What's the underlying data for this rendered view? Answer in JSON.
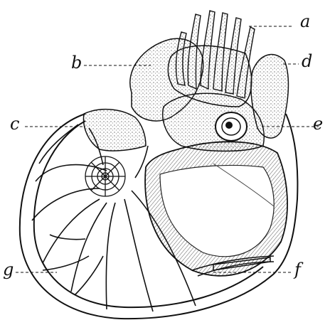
{
  "labels": {
    "a": "a",
    "b": "b",
    "c": "c",
    "d": "d",
    "e": "e",
    "f": "f",
    "g": "g"
  },
  "colors": {
    "ink": "#111111",
    "paper": "#ffffff"
  }
}
